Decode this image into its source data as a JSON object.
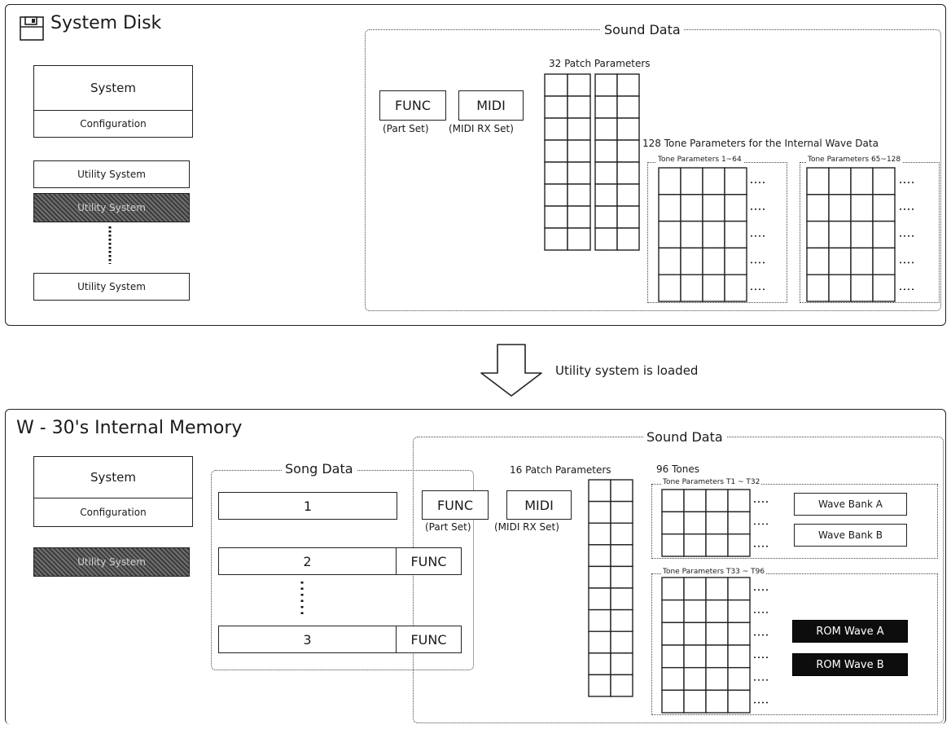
{
  "disk": {
    "title": "System Disk",
    "system_label": "System",
    "configuration_label": "Configuration",
    "utility_1": "Utility System",
    "utility_2": "Utility System",
    "utility_3": "Utility System",
    "sound_data_title": "Sound Data",
    "patch_params": "32 Patch Parameters",
    "func": "FUNC",
    "midi": "MIDI",
    "part_set": "(Part Set)",
    "midi_rx_set": "(MIDI RX Set)",
    "tone_params_title": "128 Tone Parameters for the Internal Wave Data",
    "tone_group_1": "Tone Parameters 1~64",
    "tone_group_2": "Tone Parameters 65~128"
  },
  "arrow": {
    "label": "Utility system is loaded"
  },
  "memory": {
    "title": "W - 30's Internal Memory",
    "system_label": "System",
    "configuration_label": "Configuration",
    "utility_label": "Utility System",
    "song_data_title": "Song Data",
    "song_1": "1",
    "song_2": "2",
    "song_3": "3",
    "song_func_2": "FUNC",
    "song_func_3": "FUNC",
    "sound_data_title": "Sound Data",
    "patch_params": "16 Patch Parameters",
    "func": "FUNC",
    "midi": "MIDI",
    "part_set": "(Part Set)",
    "midi_rx_set": "(MIDI RX Set)",
    "tones_title": "96 Tones",
    "tone_group_1": "Tone Parameters T1 ~ T32",
    "tone_group_2": "Tone Parameters T33 ~ T96",
    "wave_bank_a": "Wave Bank A",
    "wave_bank_b": "Wave Bank B",
    "rom_wave_a": "ROM Wave A",
    "rom_wave_b": "ROM Wave B"
  }
}
